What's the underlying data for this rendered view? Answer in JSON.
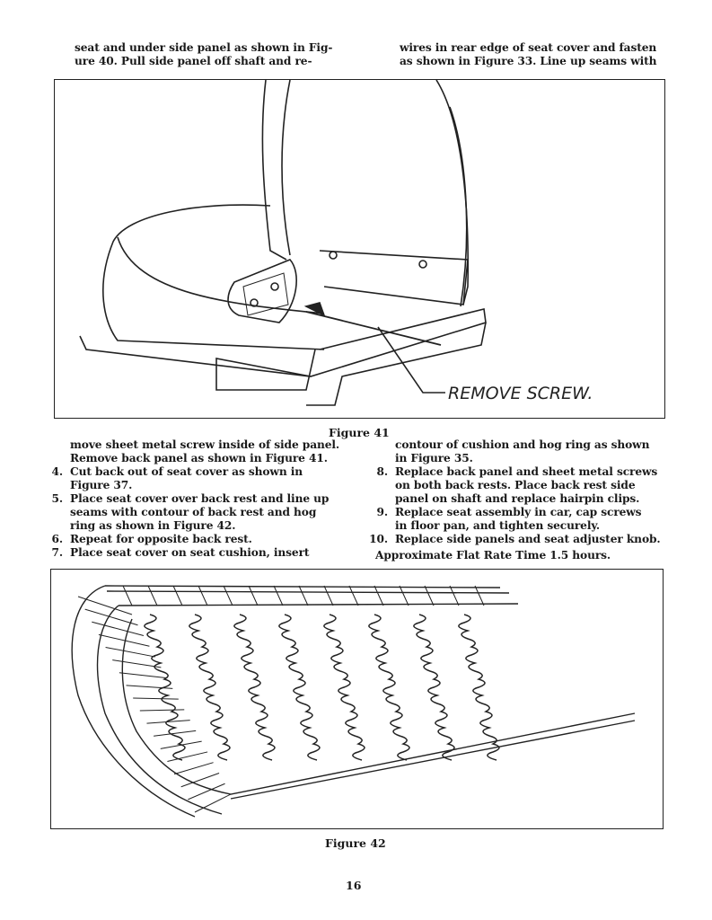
{
  "top_text": {
    "left": [
      "seat and under side panel as shown in Fig-",
      "ure 40.  Pull side panel off shaft and re-"
    ],
    "right": [
      "wires in rear edge of seat cover and fasten",
      "as shown in Figure 33. Line up seams with"
    ]
  },
  "figure41": {
    "caption": "Figure 41",
    "callout": "REMOVE  SCREW."
  },
  "steps_left": [
    {
      "num": "",
      "lines": [
        "move sheet metal screw inside of side panel.",
        "Remove back panel as shown in Figure 41."
      ]
    },
    {
      "num": "4.",
      "lines": [
        "Cut back  out of seat cover  as  shown  in",
        "Figure 37."
      ]
    },
    {
      "num": "5.",
      "lines": [
        "Place seat cover over back rest and line up",
        "seams  with contour of back rest and hog",
        "ring as shown in Figure 42."
      ]
    },
    {
      "num": "6.",
      "lines": [
        "Repeat for opposite back rest."
      ]
    },
    {
      "num": "7.",
      "lines": [
        "Place seat cover  on seat cushion,  insert"
      ]
    }
  ],
  "steps_right": [
    {
      "num": "",
      "lines": [
        "contour  of  cushion  and  hog ring  as shown",
        "in Figure 35."
      ]
    },
    {
      "num": "8.",
      "lines": [
        "Replace back panel and sheet metal screws",
        "on both back rests.  Place back rest side",
        "panel on shaft and replace hairpin clips."
      ]
    },
    {
      "num": "9.",
      "lines": [
        "Replace seat assembly  in car,  cap screws",
        "in floor pan, and tighten securely."
      ]
    },
    {
      "num": "10.",
      "lines": [
        "Replace side panels and seat adjuster knob."
      ]
    }
  ],
  "flat_rate": "Approximate Flat Rate Time 1.5 hours.",
  "figure42": {
    "caption": "Figure 42"
  },
  "page_number": "16"
}
